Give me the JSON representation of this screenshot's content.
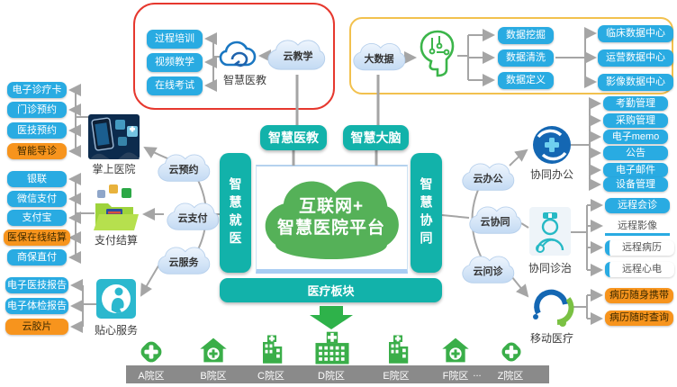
{
  "diagram": {
    "center": {
      "title_line1": "互联网+",
      "title_line2": "智慧医院平台",
      "left_bar": "智慧就医",
      "right_bar": "智慧协同",
      "edu_box": "智慧医教",
      "brain_box": "智慧大脑",
      "bottom_bar": "医疗板块"
    },
    "edu_cluster": {
      "cloud": "云教学",
      "icon_label": "智慧医教",
      "items": [
        "过程培训",
        "视频教学",
        "在线考试"
      ]
    },
    "bigdata_cluster": {
      "cloud": "大数据",
      "items": [
        "数据挖掘",
        "数据清洗",
        "数据定义"
      ],
      "centers": [
        "临床数据中心",
        "运营数据中心",
        "影像数据中心"
      ]
    },
    "left_clouds": [
      "云预约",
      "云支付",
      "云服务"
    ],
    "right_clouds": [
      "云办公",
      "云协同",
      "云问诊"
    ],
    "left_groups": [
      {
        "label": "掌上医院",
        "items": [
          "电子诊疗卡",
          "门诊预约",
          "医技预约",
          "智能导诊"
        ]
      },
      {
        "label": "支付结算",
        "items": [
          "银联",
          "微信支付",
          "支付宝",
          "医保在线结算",
          "商保直付"
        ]
      },
      {
        "label": "贴心服务",
        "items": [
          "电子医技报告",
          "电子体检报告",
          "云胶片"
        ]
      }
    ],
    "right_groups": [
      {
        "label": "协同办公",
        "items": [
          "考勤管理",
          "采购管理",
          "电子memo",
          "公告",
          "电子邮件",
          "设备管理"
        ]
      },
      {
        "label": "协同诊治",
        "items": [
          "远程会诊",
          "远程影像",
          "远程病历",
          "远程心电"
        ]
      },
      {
        "label": "移动医疗",
        "items": [
          "病历随身携带",
          "病历随时查询"
        ]
      }
    ],
    "campuses": {
      "labels": [
        "A院区",
        "B院区",
        "C院区",
        "D院区",
        "E院区",
        "F院区",
        "Z院区"
      ],
      "ellipsis": "..."
    },
    "colors": {
      "teal": "#12b2aa",
      "item_blue": "#29abe2",
      "item_orange": "#f7941d",
      "platform_green": "#55b158",
      "icon_green": "#3aae49",
      "red_outline": "#e6382e",
      "yellow_outline": "#f2c14e",
      "gray_bar": "#8a8a8a"
    }
  }
}
